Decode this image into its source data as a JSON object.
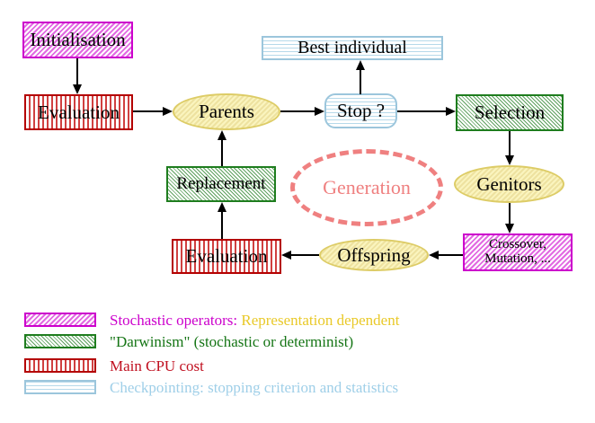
{
  "diagram": {
    "title_hint": "Evolutionary algorithm generation loop",
    "nodes": {
      "initialisation": "Initialisation",
      "evaluation_top": "Evaluation",
      "best_individual": "Best individual",
      "parents": "Parents",
      "stop": "Stop ?",
      "selection": "Selection",
      "replacement": "Replacement",
      "generation": "Generation",
      "genitors": "Genitors",
      "evaluation_bottom": "Evaluation",
      "crossover_line1": "Crossover,",
      "crossover_line2": "Mutation, ...",
      "offspring": "Offspring"
    },
    "legend": {
      "rows": [
        {
          "primary": "Stochastic operators:",
          "secondary": "Representation dependent"
        },
        {
          "primary": "\"Darwinism\" (stochastic or determinist)"
        },
        {
          "primary": "Main CPU cost"
        },
        {
          "primary": "Checkpointing: stopping criterion and statistics"
        }
      ]
    },
    "colors": {
      "magenta": "#cc00cc",
      "green": "#1e7d1e",
      "red": "#c01020",
      "cyan": "#9cc6dc",
      "yellow_text": "#e9c929",
      "yellow_node_border": "#ddcc66",
      "salmon": "#ef8080",
      "arrow": "#000000"
    }
  }
}
